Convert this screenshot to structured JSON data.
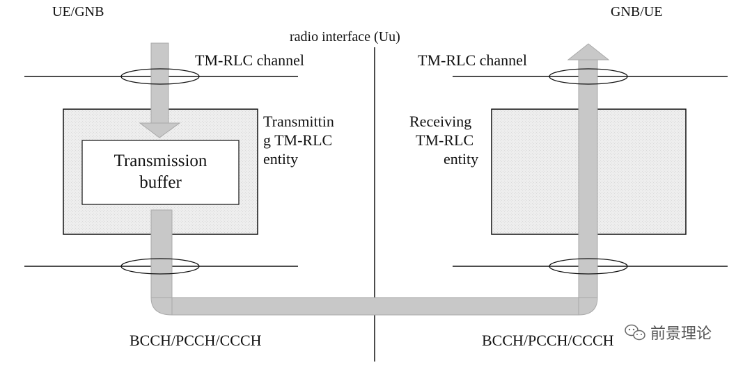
{
  "diagram": {
    "left_node": "UE/GNB",
    "right_node": "GNB/UE",
    "interface": "radio interface (Uu)",
    "left_channel_top": "TM-RLC channel",
    "right_channel_top": "TM-RLC channel",
    "tx_entity_lines": [
      "Transmittin",
      "g TM-RLC",
      "entity"
    ],
    "rx_entity_lines": [
      "Receiving",
      "TM-RLC",
      "entity"
    ],
    "buffer_lines": [
      "Transmission",
      "buffer"
    ],
    "left_bottom_channels": "BCCH/PCCH/CCCH",
    "right_bottom_channels": "BCCH/PCCH/CCCH"
  },
  "watermark": {
    "icon": "wechat-icon",
    "text": "前景理论"
  },
  "colors": {
    "arrow_fill": "#c8c8c8",
    "arrow_stroke": "#a9a9a9",
    "entity_fill": "#eeeeee",
    "line": "#111111"
  }
}
